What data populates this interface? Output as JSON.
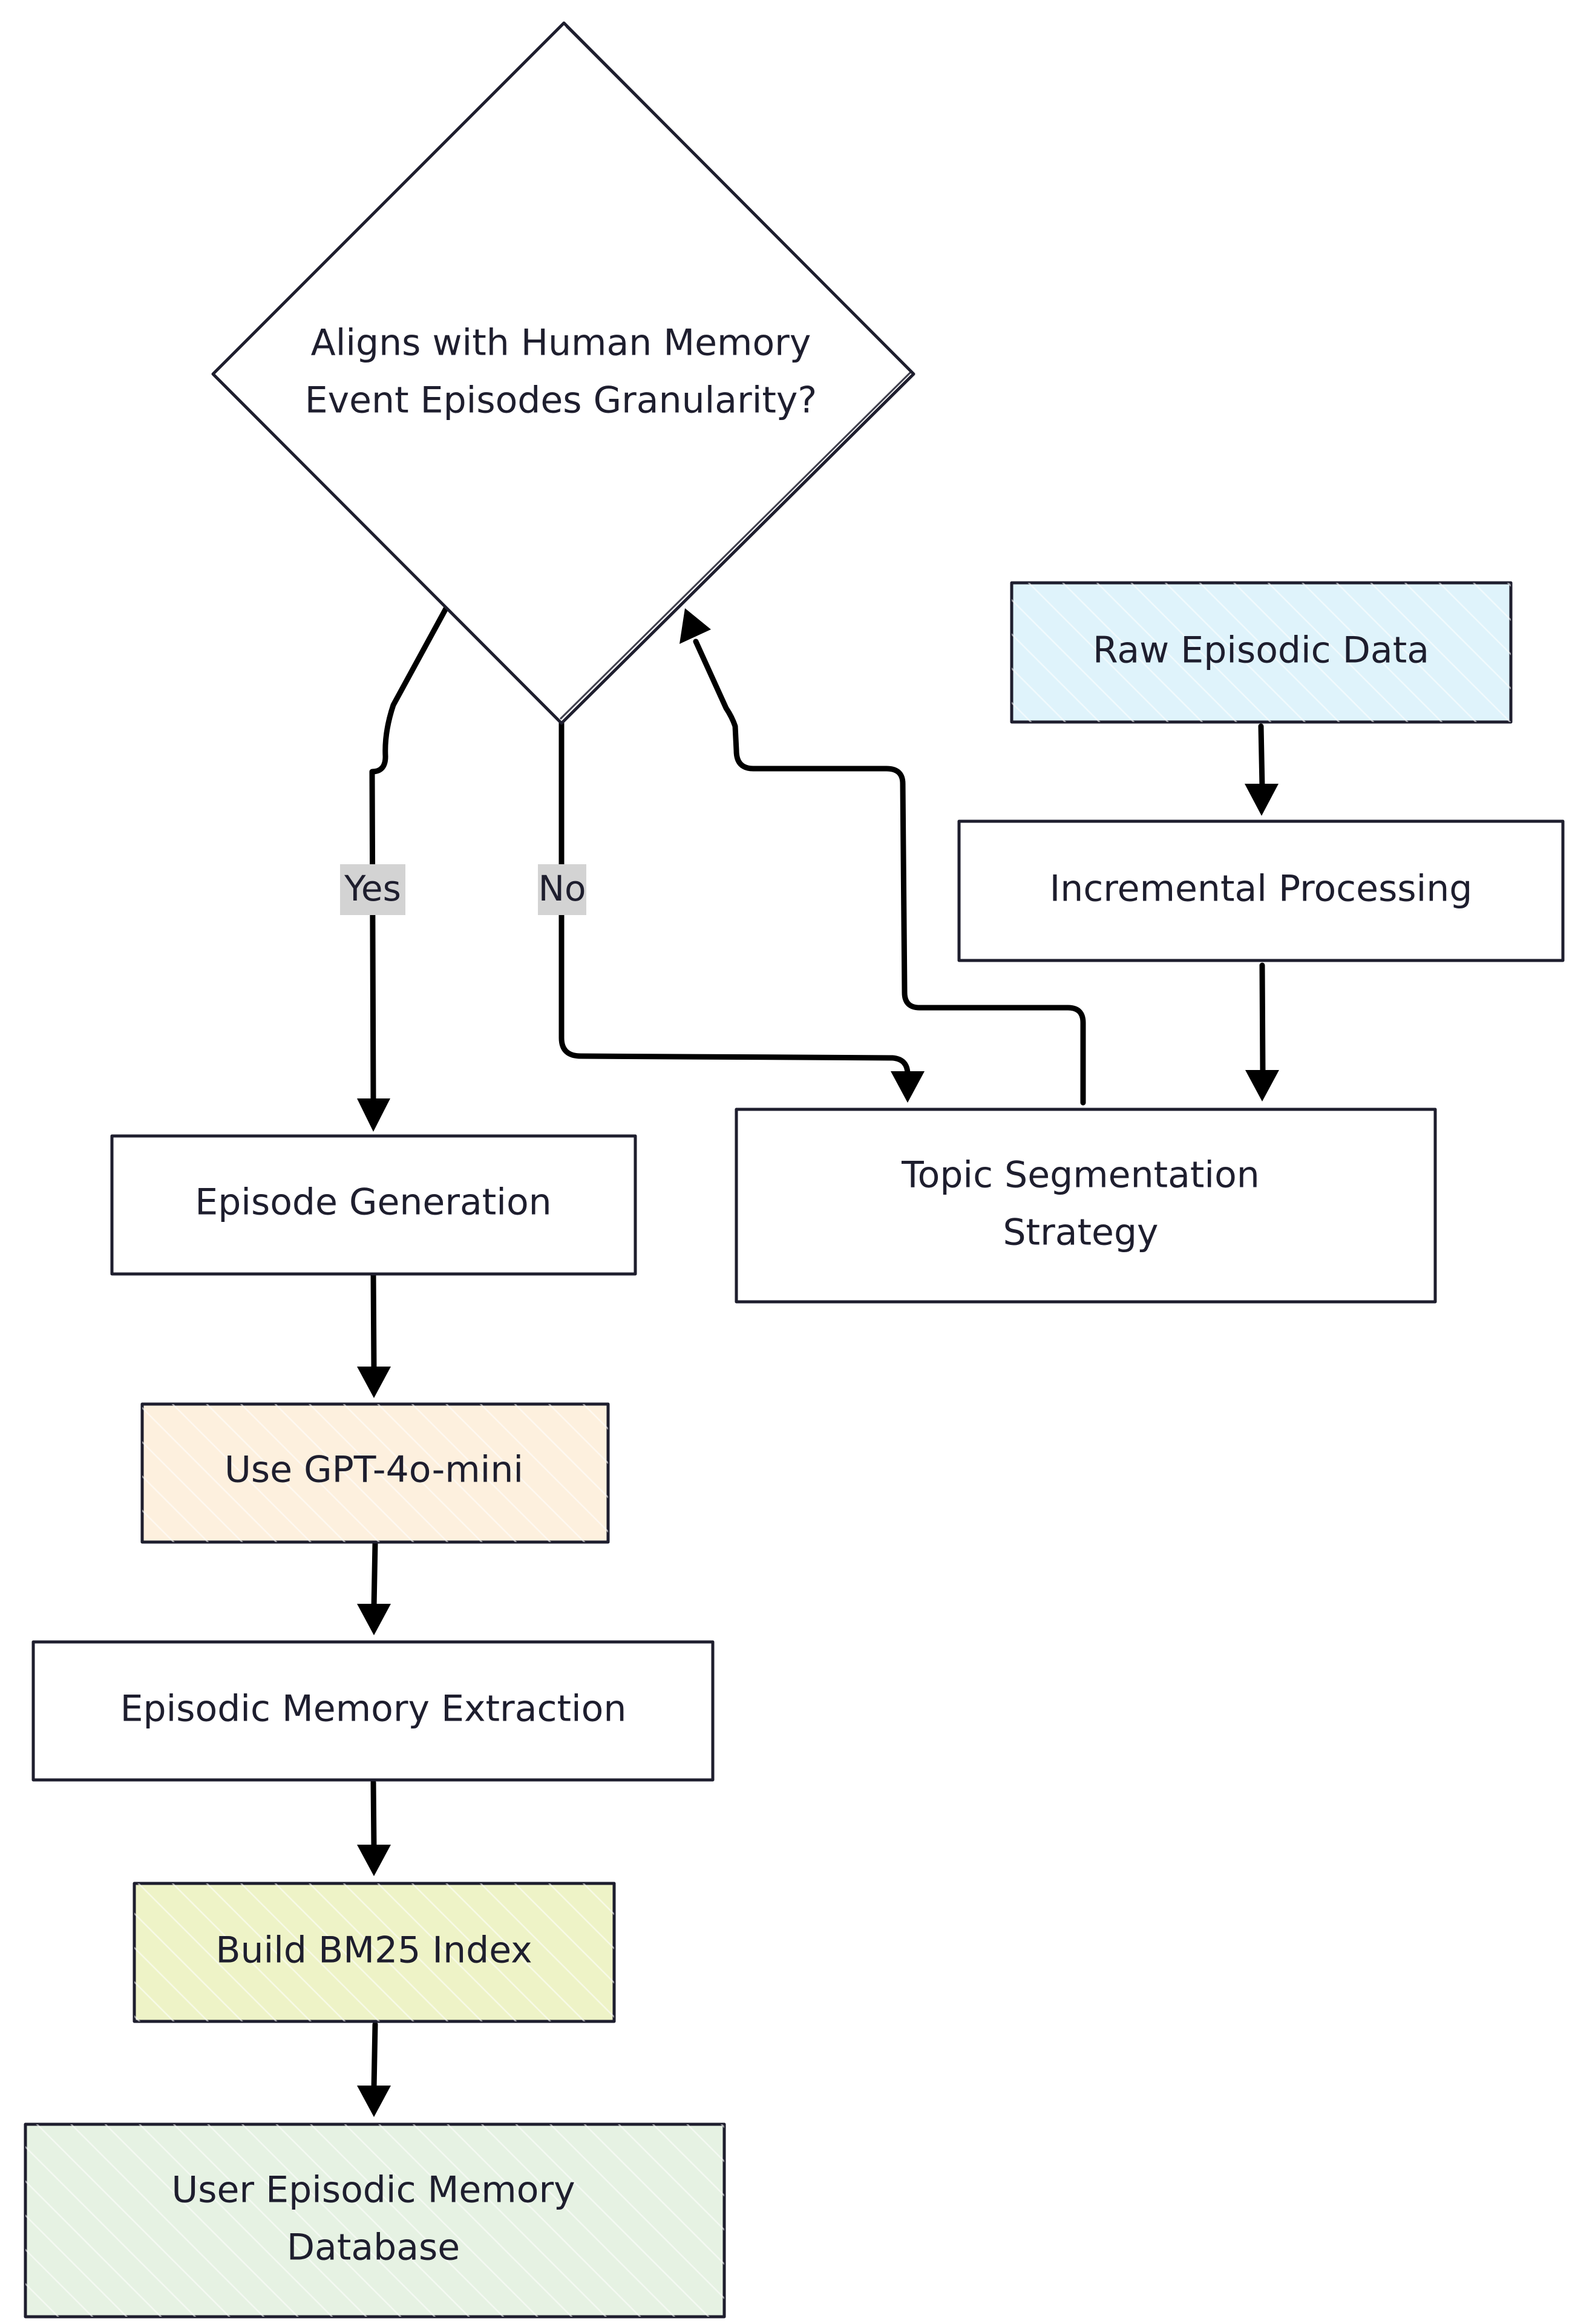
{
  "nodes": {
    "decision": {
      "line1": "Aligns with Human Memory",
      "line2": "Event Episodes Granularity?"
    },
    "raw_data": {
      "label": "Raw Episodic Data",
      "fill": "#dff3fb"
    },
    "incremental": {
      "label": "Incremental Processing",
      "fill": "#ffffff"
    },
    "topic": {
      "line1": "Topic Segmentation",
      "line2": "Strategy",
      "fill": "#ffffff"
    },
    "episode_gen": {
      "label": "Episode Generation",
      "fill": "#ffffff"
    },
    "gpt": {
      "label": "Use GPT-4o-mini",
      "fill": "#fdf0de"
    },
    "extraction": {
      "label": "Episodic Memory Extraction",
      "fill": "#ffffff"
    },
    "bm25": {
      "label": "Build BM25 Index",
      "fill": "#eef3c7"
    },
    "database": {
      "line1": "User Episodic Memory",
      "line2": "Database",
      "fill": "#e6f2e3"
    }
  },
  "edge_labels": {
    "yes": "Yes",
    "no": "No"
  },
  "colors": {
    "stroke": "#1e1e2e",
    "arrow": "#000000",
    "label_bg": "#d3d3d3"
  }
}
